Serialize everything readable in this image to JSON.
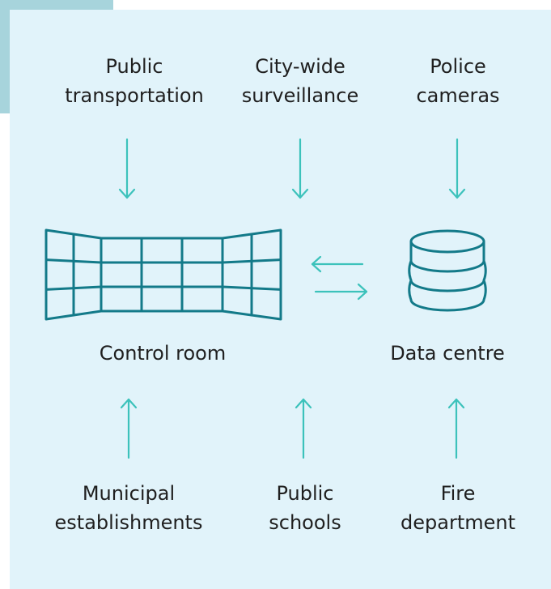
{
  "sources_top": [
    {
      "line1": "Public",
      "line2": "transportation"
    },
    {
      "line1": "City-wide",
      "line2": "surveillance"
    },
    {
      "line1": "Police",
      "line2": "cameras"
    }
  ],
  "hubs": {
    "control_room": "Control room",
    "data_centre": "Data centre"
  },
  "sources_bottom": [
    {
      "line1": "Municipal",
      "line2": "establishments"
    },
    {
      "line1": "Public",
      "line2": "schools"
    },
    {
      "line1": "Fire",
      "line2": "department"
    }
  ],
  "colors": {
    "panel": "#e1f3fa",
    "accent_tab": "#a7d4dc",
    "icon_stroke": "#137a89",
    "arrow": "#3cc2bb",
    "text": "#1f1f1f"
  }
}
